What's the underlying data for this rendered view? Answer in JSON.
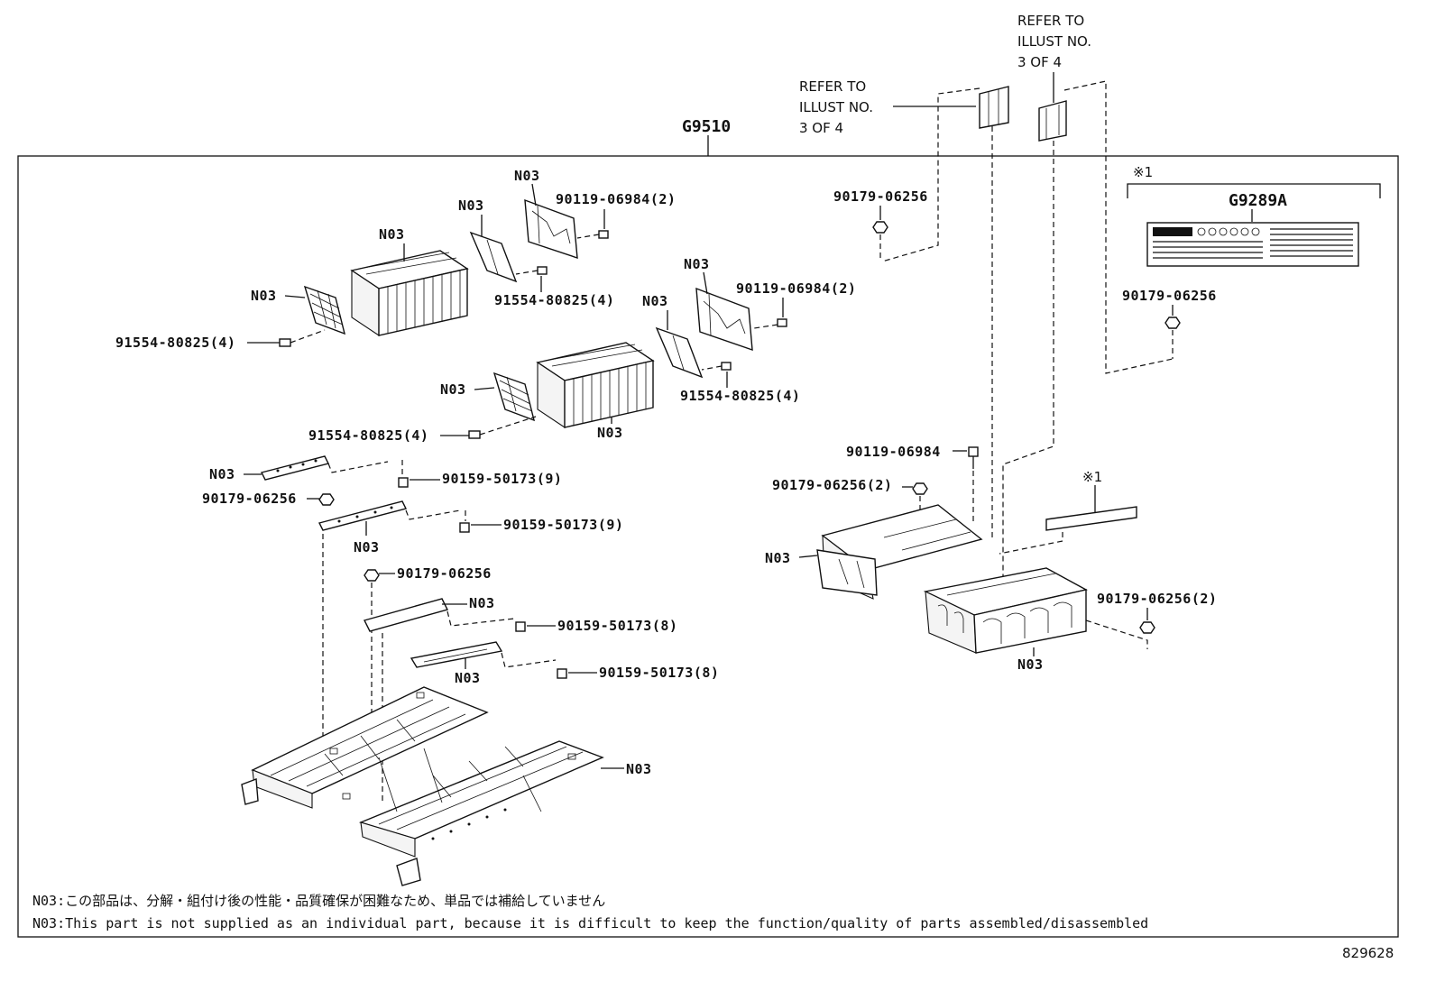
{
  "group_main": "G9510",
  "group_label": "G9289A",
  "label_mark": "※1",
  "sticker_mark": "※1",
  "refer_1": {
    "line1": "REFER TO",
    "line2": "ILLUST NO.",
    "line3": "3 OF 4"
  },
  "refer_2": {
    "line1": "REFER TO",
    "line2": "ILLUST NO.",
    "line3": "3 OF 4"
  },
  "n03": "N03",
  "parts": {
    "p_90119_a": "90119-06984(2)",
    "p_90119_b": "90119-06984(2)",
    "p_90119_c": "90119-06984",
    "p_91554_a": "91554-80825(4)",
    "p_91554_b": "91554-80825(4)",
    "p_91554_c": "91554-80825(4)",
    "p_91554_d": "91554-80825(4)",
    "p_90179_a": "90179-06256",
    "p_90179_b": "90179-06256",
    "p_90179_c": "90179-06256",
    "p_90179_d": "90179-06256",
    "p_90179_e": "90179-06256(2)",
    "p_90179_f": "90179-06256(2)",
    "p_90159_a": "90159-50173(9)",
    "p_90159_b": "90159-50173(9)",
    "p_90159_c": "90159-50173(8)",
    "p_90159_d": "90159-50173(8)"
  },
  "notes": {
    "jp": "N03:この部品は、分解・組付け後の性能・品質確保が困難なため、単品では補給していません",
    "en": "N03:This part is not supplied as an individual part, because it is difficult to keep the function/quality of parts assembled/disassembled"
  },
  "figure_id": "829628"
}
